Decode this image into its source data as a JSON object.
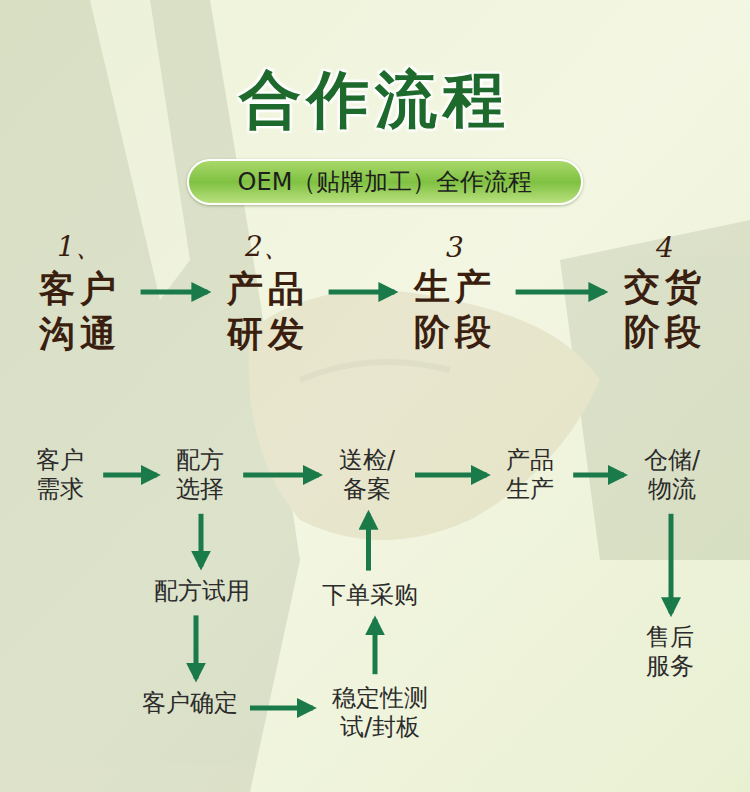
{
  "diagram": {
    "title": "合作流程",
    "nodes": [
      {
        "text": [
          "OEM（贴牌加工）全作流程"
        ]
      },
      {
        "text": [
          "1、",
          "客户 沟通"
        ]
      },
      {
        "text": [
          "2、",
          "产品 研发"
        ]
      },
      {
        "text": [
          "3",
          "生产 阶段"
        ]
      },
      {
        "text": [
          "4",
          "交货 阶段"
        ]
      },
      {
        "text": [
          "客户 需求"
        ]
      },
      {
        "text": [
          "配方 选择"
        ]
      },
      {
        "text": [
          "送检/ 备案"
        ]
      },
      {
        "text": [
          "产品 生产"
        ]
      },
      {
        "text": [
          "仓储/ 物流"
        ]
      },
      {
        "text": [
          "配方试用"
        ]
      },
      {
        "text": [
          "下单采购"
        ]
      },
      {
        "text": [
          "售后 服务"
        ]
      },
      {
        "text": [
          "客户确定"
        ]
      },
      {
        "text": [
          "稳定性测 试/封板"
        ]
      }
    ],
    "edges": [
      {
        "from": 1,
        "to": 2,
        "arrow": "to"
      },
      {
        "from": 2,
        "to": 3,
        "arrow": "to"
      },
      {
        "from": 3,
        "to": 4,
        "arrow": "to"
      },
      {
        "from": 5,
        "to": 6,
        "arrow": "to"
      },
      {
        "from": 6,
        "to": 7,
        "arrow": "to"
      },
      {
        "from": 7,
        "to": 8,
        "arrow": "to"
      },
      {
        "from": 8,
        "to": 9,
        "arrow": "to"
      },
      {
        "from": 6,
        "to": 10,
        "arrow": "to"
      },
      {
        "from": 10,
        "to": 13,
        "arrow": "to"
      },
      {
        "from": 13,
        "to": 14,
        "arrow": "to"
      },
      {
        "from": 14,
        "to": 11,
        "arrow": "to"
      },
      {
        "from": 11,
        "to": 7,
        "arrow": "to"
      },
      {
        "from": 9,
        "to": 12,
        "arrow": "to"
      }
    ]
  }
}
